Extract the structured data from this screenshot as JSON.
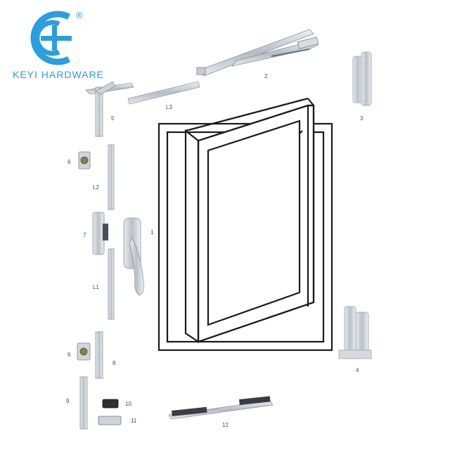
{
  "brand": {
    "name": "KEYI HARDWARE",
    "registered": "®",
    "color": "#2a9ee0"
  },
  "parts": {
    "p1": "1",
    "p2": "2",
    "p3": "3",
    "p4": "4",
    "p5": "5",
    "p6a": "6",
    "p6b": "6",
    "p7": "7",
    "p8": "8",
    "p9": "9",
    "p10": "10",
    "p11": "11",
    "p12": "12",
    "l1": "L1",
    "l2": "L2",
    "l3": "L3"
  }
}
